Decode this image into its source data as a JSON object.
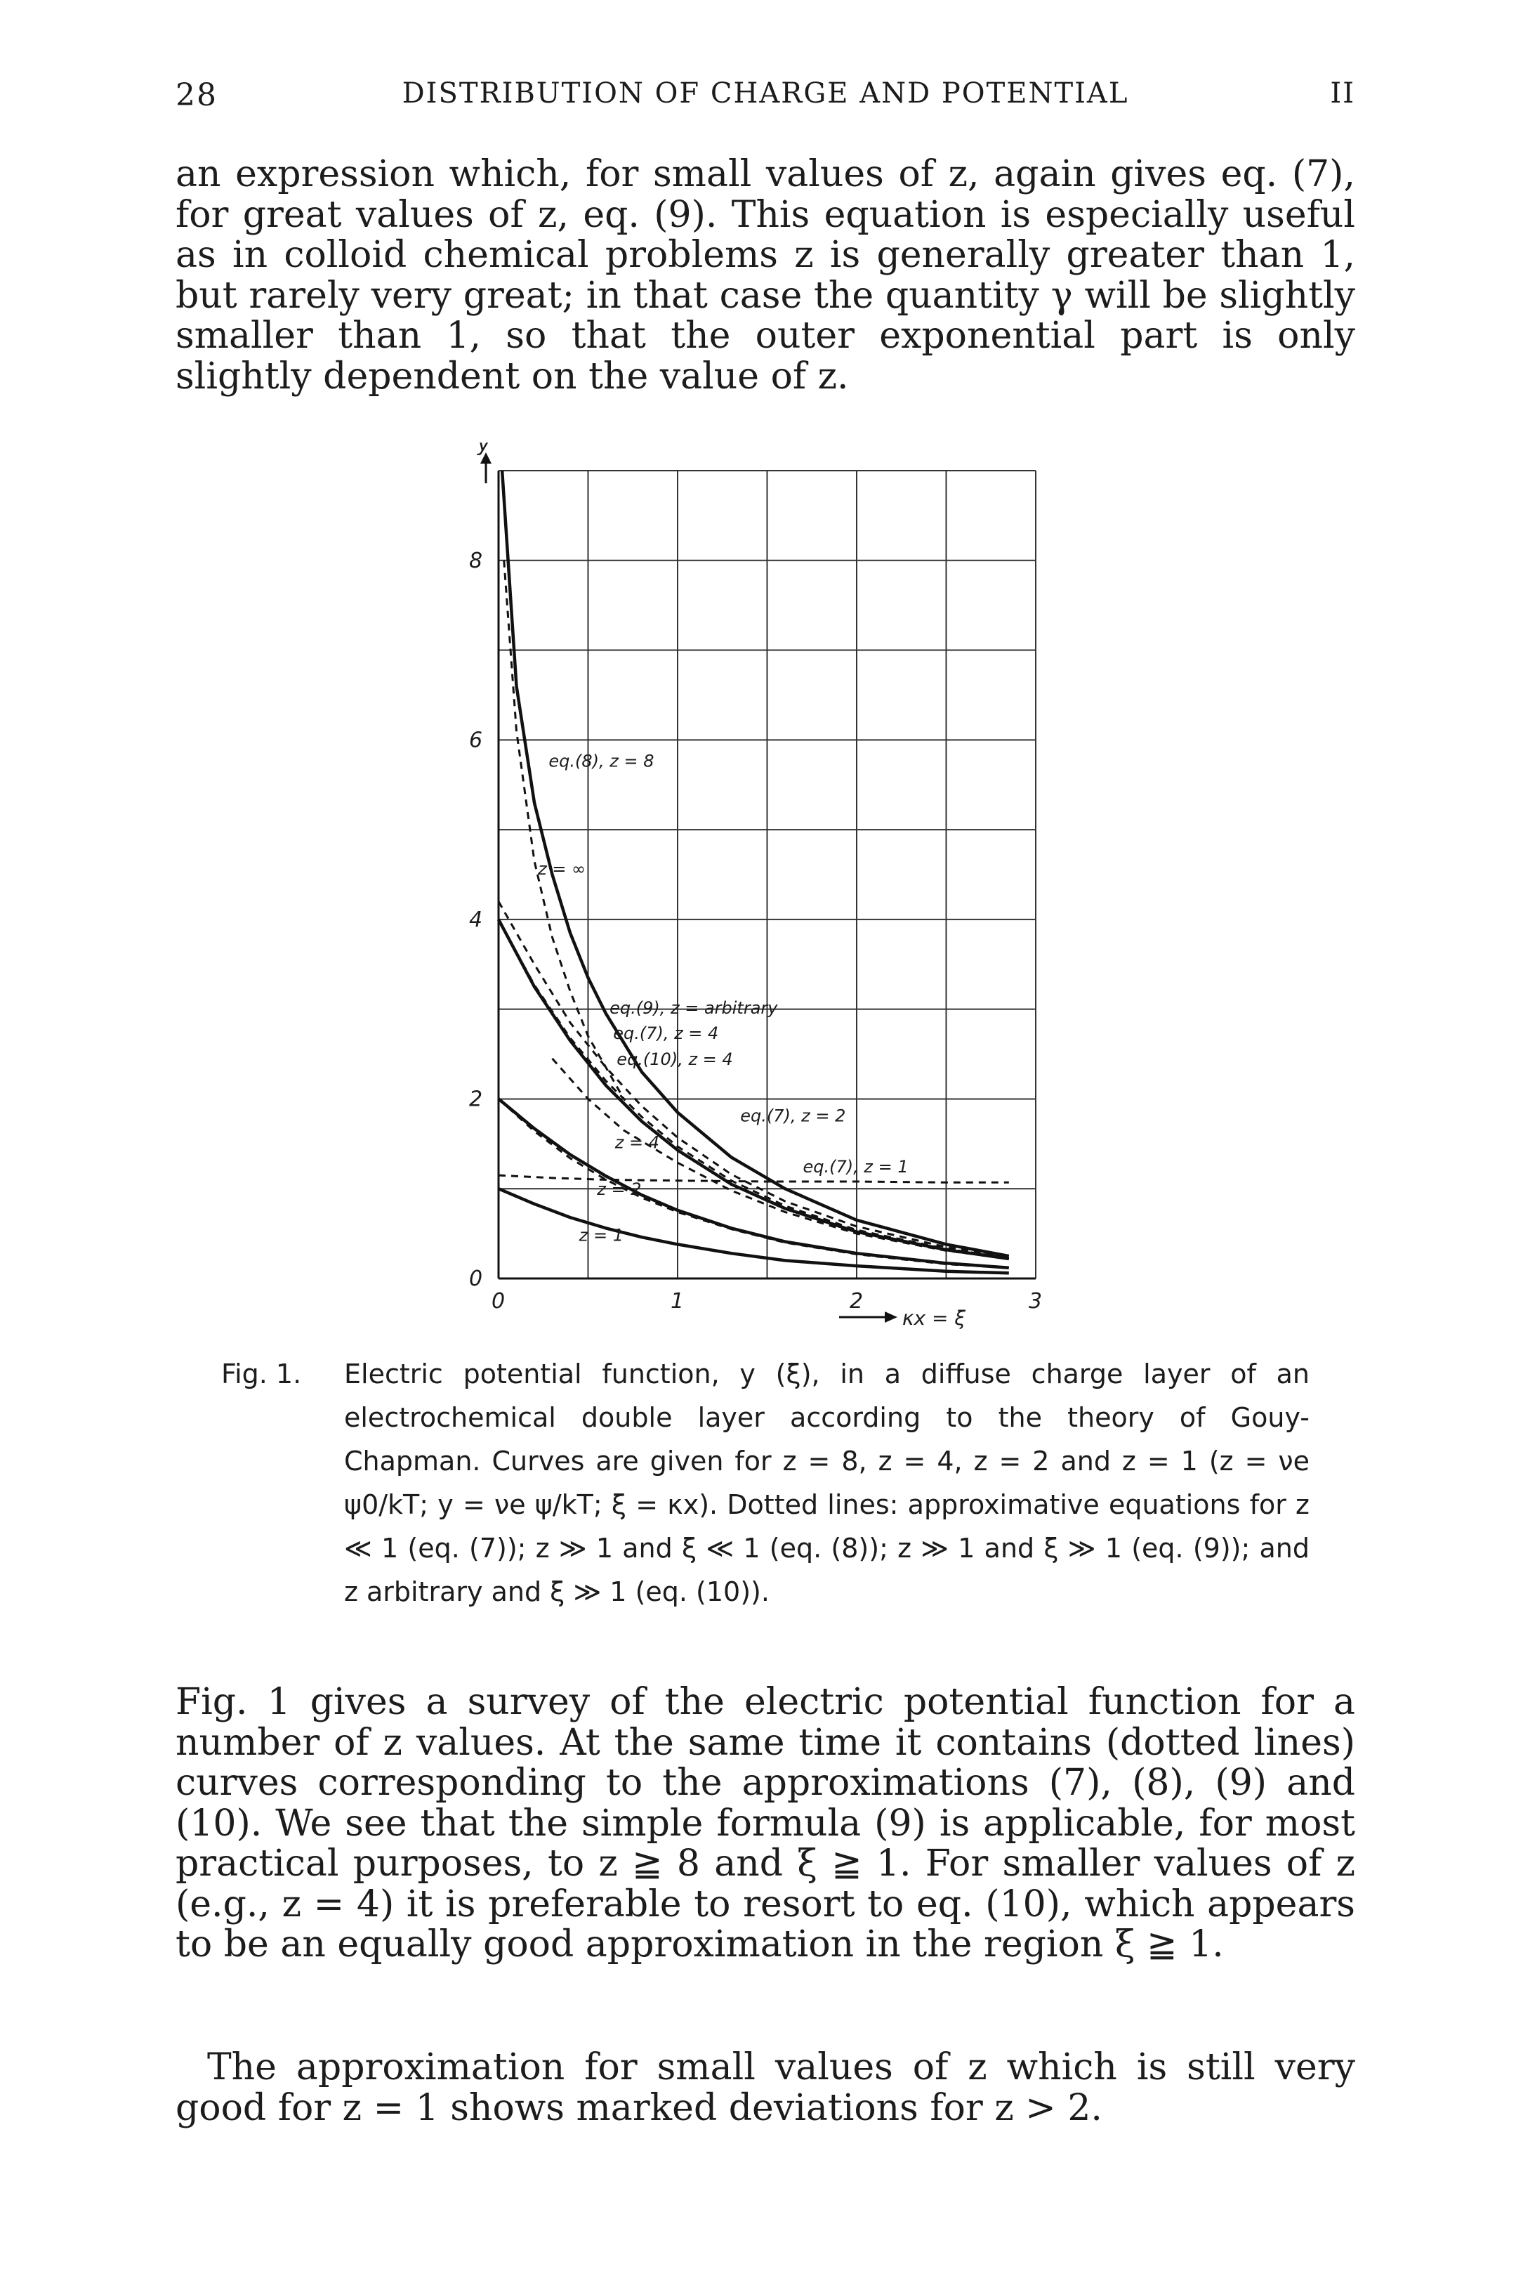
{
  "header": {
    "page_number": "28",
    "running_head": "DISTRIBUTION OF CHARGE AND POTENTIAL",
    "chapter": "II"
  },
  "paragraphs": {
    "p1": "an expression which, for small values of z, again gives eq. (7), for great values of z, eq. (9). This equation is especially useful as in colloid chemical problems z is generally greater than 1, but rarely very great; in that case the quantity γ will be slightly smaller than 1, so that the outer exponential part is only slightly dependent on the value of z.",
    "p2": "Fig. 1 gives a survey of the electric potential function for a number of z values. At the same time it contains (dotted lines) curves corresponding to the approximations (7), (8), (9) and (10). We see that the simple formula (9) is applicable, for most practical purposes, to z ≧ 8 and ξ ≧ 1. For smaller values of z (e.g., z = 4) it is preferable to resort to eq. (10), which appears to be an equally good approximation in the region ξ ≧ 1.",
    "p3": "The approximation for small values of z which is still very good for z = 1 shows marked deviations for z > 2."
  },
  "caption": {
    "label": "Fig. 1.",
    "text": "Electric potential function, y (ξ), in a diffuse charge layer of an electrochemical double layer according to the theory of Gouy-Chapman. Curves are given for z = 8, z = 4, z = 2 and z = 1 (z = νe ψ0/kT; y = νe ψ/kT; ξ = κx). Dotted lines: approximative equations for z ≪ 1 (eq. (7)); z ≫ 1 and ξ ≪ 1 (eq. (8)); z ≫ 1 and ξ ≫ 1 (eq. (9)); and z arbitrary and ξ ≫ 1 (eq. (10))."
  },
  "chart_data": {
    "type": "line",
    "ylabel": "y",
    "xlabel": "κx = ξ",
    "xlim": [
      0,
      3
    ],
    "ylim": [
      0,
      9
    ],
    "x_ticks": [
      "0",
      "1",
      "2",
      "3"
    ],
    "y_ticks": [
      "0",
      "2",
      "4",
      "6",
      "8"
    ],
    "grid": true,
    "series": [
      {
        "name": "z = ∞",
        "style": "solid",
        "x": [
          0.02,
          0.1,
          0.2,
          0.3,
          0.4,
          0.5,
          0.6,
          0.8,
          1.0,
          1.3,
          1.6,
          2.0,
          2.5,
          2.85
        ],
        "y": [
          9.0,
          6.6,
          5.3,
          4.5,
          3.85,
          3.35,
          2.95,
          2.3,
          1.85,
          1.35,
          1.0,
          0.65,
          0.38,
          0.25
        ]
      },
      {
        "name": "z = 4",
        "style": "solid",
        "x": [
          0.0,
          0.2,
          0.4,
          0.6,
          0.8,
          1.0,
          1.3,
          1.6,
          2.0,
          2.5,
          2.85
        ],
        "y": [
          4.0,
          3.25,
          2.65,
          2.15,
          1.75,
          1.43,
          1.05,
          0.78,
          0.52,
          0.32,
          0.22
        ]
      },
      {
        "name": "z = 2",
        "style": "solid",
        "x": [
          0.0,
          0.2,
          0.4,
          0.6,
          0.8,
          1.0,
          1.3,
          1.6,
          2.0,
          2.5,
          2.85
        ],
        "y": [
          2.0,
          1.67,
          1.38,
          1.14,
          0.93,
          0.76,
          0.56,
          0.41,
          0.28,
          0.17,
          0.12
        ]
      },
      {
        "name": "z = 1",
        "style": "solid",
        "x": [
          0.0,
          0.2,
          0.4,
          0.6,
          0.8,
          1.0,
          1.3,
          1.6,
          2.0,
          2.5,
          2.85
        ],
        "y": [
          1.0,
          0.83,
          0.68,
          0.56,
          0.46,
          0.38,
          0.28,
          0.2,
          0.14,
          0.08,
          0.06
        ]
      },
      {
        "name": "eq.(8), z = 8",
        "style": "dashed",
        "x": [
          0.03,
          0.1,
          0.2,
          0.3,
          0.4,
          0.5,
          0.6,
          0.7
        ],
        "y": [
          8.0,
          6.1,
          4.65,
          3.8,
          3.2,
          2.7,
          2.35,
          2.0
        ]
      },
      {
        "name": "eq.(9), z = arbitrary",
        "style": "dashed",
        "x": [
          0.0,
          0.2,
          0.4,
          0.6,
          0.8,
          1.0,
          1.3,
          1.6,
          2.0,
          2.5,
          2.85
        ],
        "y": [
          4.2,
          3.5,
          2.85,
          2.35,
          1.92,
          1.57,
          1.16,
          0.86,
          0.58,
          0.35,
          0.24
        ]
      },
      {
        "name": "eq.(7), z = 4",
        "style": "dashed",
        "x": [
          0.0,
          0.2,
          0.4,
          0.6,
          0.8,
          1.0,
          1.3,
          1.6,
          2.0,
          2.5,
          2.85
        ],
        "y": [
          4.0,
          3.27,
          2.68,
          2.2,
          1.8,
          1.47,
          1.09,
          0.81,
          0.54,
          0.33,
          0.23
        ]
      },
      {
        "name": "eq.(10), z = 4",
        "style": "dashed",
        "x": [
          0.3,
          0.5,
          0.7,
          1.0,
          1.3,
          1.6,
          2.0,
          2.5,
          2.85
        ],
        "y": [
          2.45,
          2.0,
          1.65,
          1.29,
          0.98,
          0.74,
          0.5,
          0.31,
          0.22
        ]
      },
      {
        "name": "eq.(7), z = 2",
        "style": "dashed",
        "x": [
          0.0,
          0.2,
          0.4,
          0.6,
          0.8,
          1.0,
          1.3,
          1.6,
          2.0,
          2.5,
          2.85
        ],
        "y": [
          2.0,
          1.64,
          1.34,
          1.1,
          0.9,
          0.74,
          0.55,
          0.4,
          0.27,
          0.16,
          0.12
        ]
      },
      {
        "name": "eq.(7), z = 1",
        "style": "dashed",
        "x": [
          0.0,
          0.3,
          0.6,
          1.0,
          1.5,
          2.0,
          2.5,
          2.85
        ],
        "y": [
          1.15,
          1.12,
          1.1,
          1.09,
          1.08,
          1.08,
          1.07,
          1.07
        ]
      }
    ],
    "annotations": [
      {
        "text": "eq.(8), z = 8",
        "x": 0.28,
        "y": 5.7
      },
      {
        "text": "z = ∞",
        "x": 0.22,
        "y": 4.5
      },
      {
        "text": "eq.(9), z = arbitrary",
        "x": 0.62,
        "y": 2.95
      },
      {
        "text": "eq.(7), z = 4",
        "x": 0.64,
        "y": 2.67
      },
      {
        "text": "eq.(10), z = 4",
        "x": 0.66,
        "y": 2.38
      },
      {
        "text": "eq.(7), z = 2",
        "x": 1.35,
        "y": 1.75
      },
      {
        "text": "eq.(7), z = 1",
        "x": 1.7,
        "y": 1.18
      },
      {
        "text": "z = 4",
        "x": 0.65,
        "y": 1.45
      },
      {
        "text": "z = 2",
        "x": 0.55,
        "y": 0.93
      },
      {
        "text": "z = 1",
        "x": 0.45,
        "y": 0.42
      }
    ]
  }
}
